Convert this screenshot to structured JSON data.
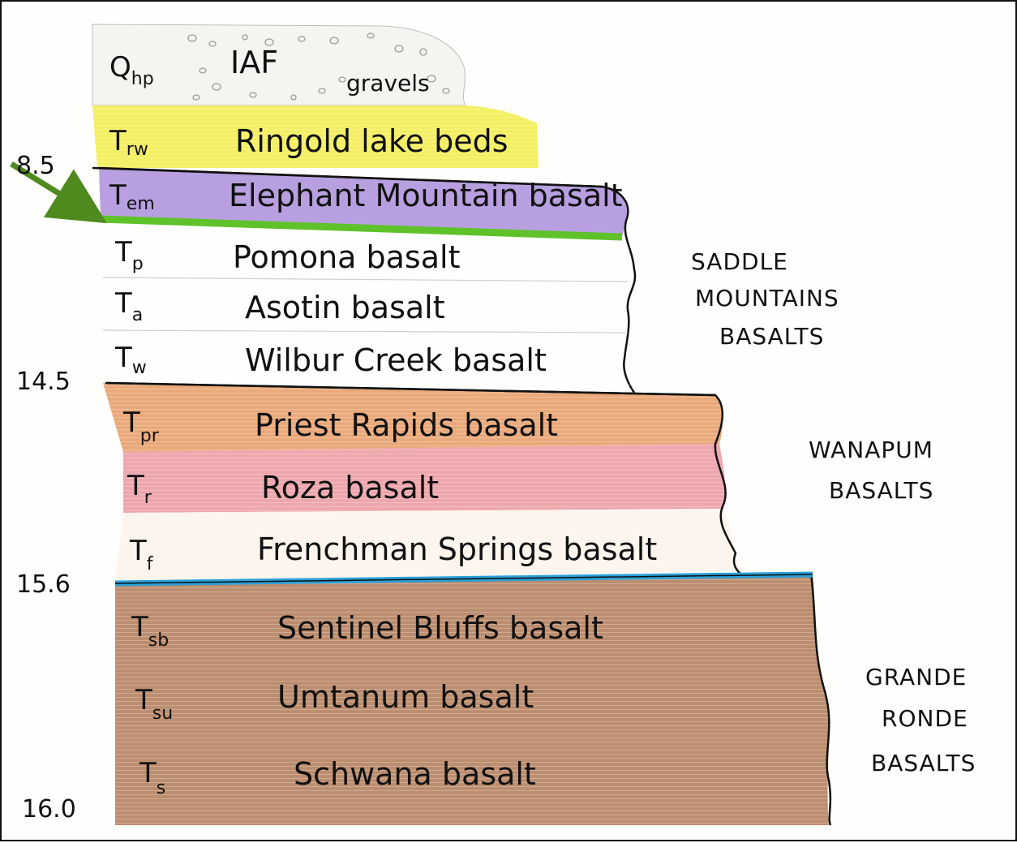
{
  "colors": {
    "gravels": "#f2f2ee",
    "ringold": "#f3ef63",
    "elephant": "#b49adf",
    "elephant_base": "#5fc22a",
    "saddle_mountains": "#ffffff",
    "priest_rapids": "#e9a878",
    "roza": "#eda3a9",
    "frenchman": "#fbf6f0",
    "frenchman_top_contact": "#2aa0d8",
    "grande_ronde": "#ba8b6c",
    "arrow": "#4e8a1e",
    "outline": "#111111"
  },
  "ages": [
    "8.5",
    "14.5",
    "15.6",
    "16.0"
  ],
  "units": [
    {
      "code": "Q",
      "sub": "hp",
      "name": "IAF",
      "name2": "gravels"
    },
    {
      "code": "T",
      "sub": "rw",
      "name": "Ringold lake beds"
    },
    {
      "code": "T",
      "sub": "em",
      "name": "Elephant Mountain basalt"
    },
    {
      "code": "T",
      "sub": "p",
      "name": "Pomona basalt"
    },
    {
      "code": "T",
      "sub": "a",
      "name": "Asotin basalt"
    },
    {
      "code": "T",
      "sub": "w",
      "name": "Wilbur Creek basalt"
    },
    {
      "code": "T",
      "sub": "pr",
      "name": "Priest Rapids basalt"
    },
    {
      "code": "T",
      "sub": "r",
      "name": "Roza basalt"
    },
    {
      "code": "T",
      "sub": "f",
      "name": "Frenchman Springs basalt"
    },
    {
      "code": "T",
      "sub": "sb",
      "name": "Sentinel Bluffs basalt"
    },
    {
      "code": "T",
      "sub": "su",
      "name": "Umtanum basalt"
    },
    {
      "code": "T",
      "sub": "s",
      "name": "Schwana basalt"
    }
  ],
  "groups": [
    {
      "lines": [
        "SADDLE",
        "MOUNTAINS",
        "BASALTS"
      ]
    },
    {
      "lines": [
        "WANAPUM",
        "BASALTS"
      ]
    },
    {
      "lines": [
        "GRANDE",
        "RONDE",
        "BASALTS"
      ]
    }
  ]
}
